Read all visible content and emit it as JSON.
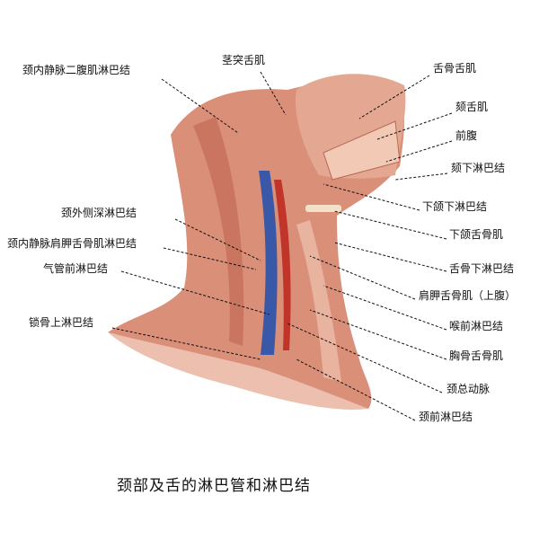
{
  "caption": "颈部及舌的淋巴管和淋巴结",
  "labels": {
    "jugulodigastric": "颈内静脉二腹肌淋巴结",
    "styloglossus": "茎突舌肌",
    "hyoglossus": "舌骨舌肌",
    "genioglossus": "颏舌肌",
    "anterior_belly": "前腹",
    "submental": "颏下淋巴结",
    "submandibular": "下颌下淋巴结",
    "mylohyoid": "下颌舌骨肌",
    "infrahyoid": "舌骨下淋巴结",
    "omohyoid": "肩胛舌骨肌（上腹）",
    "prelaryngeal": "喉前淋巴结",
    "sternohyoid": "胸骨舌骨肌",
    "common_carotid": "颈总动脉",
    "anterior_cervical": "颈前淋巴结",
    "lateral_deep_cervical": "颈外侧深淋巴结",
    "jugulo_omohyoid": "颈内静脉肩胛舌骨肌淋巴结",
    "pretracheal": "气管前淋巴结",
    "supraclavicular": "锁骨上淋巴结"
  },
  "colors": {
    "muscle": "#d98f78",
    "muscle_light": "#ecbfae",
    "vein": "#3a58a8",
    "artery": "#c0342a",
    "leader": "#111111"
  }
}
